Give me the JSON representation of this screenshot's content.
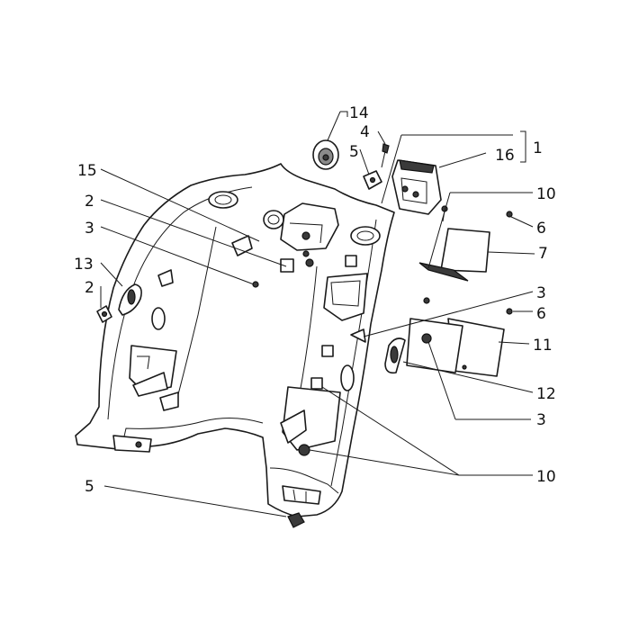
{
  "callouts": {
    "c14": "14",
    "c4": "4",
    "c5_top": "5",
    "c16": "16",
    "c1": "1",
    "c15": "15",
    "c2_top": "2",
    "c3_left": "3",
    "c10_top": "10",
    "c6_top": "6",
    "c7": "7",
    "c13": "13",
    "c2_left": "2",
    "c3_right": "3",
    "c6_right": "6",
    "c11": "11",
    "c12": "12",
    "c3_bottom": "3",
    "c10_bottom": "10",
    "c5_bottom": "5"
  }
}
